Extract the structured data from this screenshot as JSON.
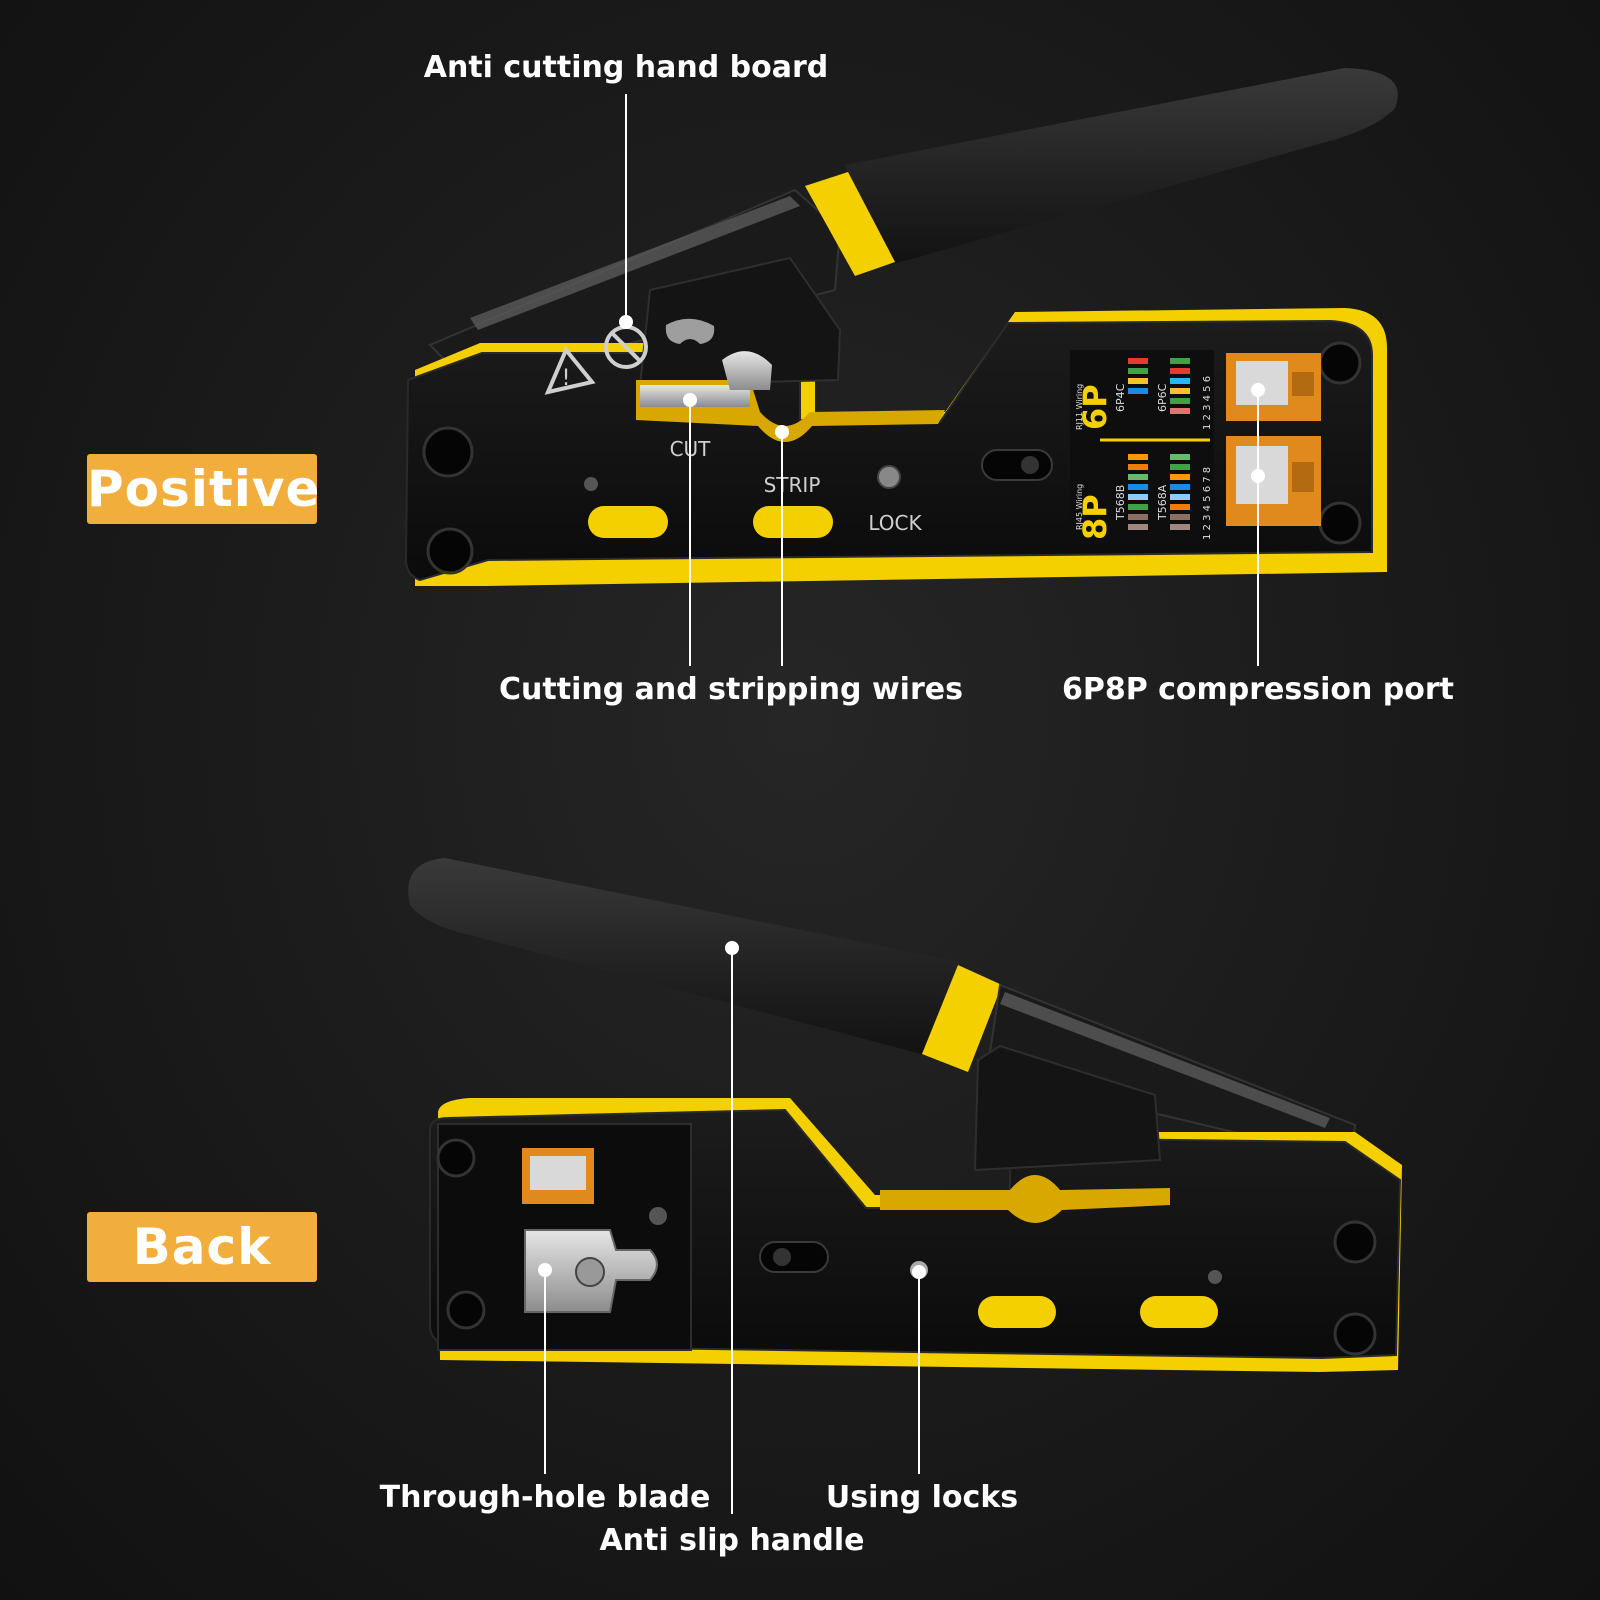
{
  "badges": {
    "positive": "Positive",
    "back": "Back"
  },
  "callouts": {
    "anti_cutting": "Anti cutting hand board",
    "cutting_stripping": "Cutting and stripping wires",
    "compression_port": "6P8P compression port",
    "through_hole_blade": "Through-hole blade",
    "using_locks": "Using locks",
    "anti_slip_handle": "Anti slip handle"
  },
  "tool_markings": {
    "cut": "CUT",
    "strip": "STRIP",
    "lock": "LOCK",
    "six_p": "6P",
    "eight_p": "8P",
    "rj11_wiring": "RJ11 Wiring",
    "rj45_wiring": "RJ45 Wiring",
    "six_p_four_c": "6P4C",
    "six_p_six_c": "6P6C",
    "t568b": "T568B",
    "t568a": "T568A",
    "pins_6": "1 2 3 4 5 6",
    "pins_8": "1 2 3 4 5 6 7 8"
  },
  "colors": {
    "background": "#1a1a1a",
    "tool_yellow": "#f5d000",
    "tool_black": "#121212",
    "badge": "#f2ae3c",
    "text": "#ffffff"
  }
}
